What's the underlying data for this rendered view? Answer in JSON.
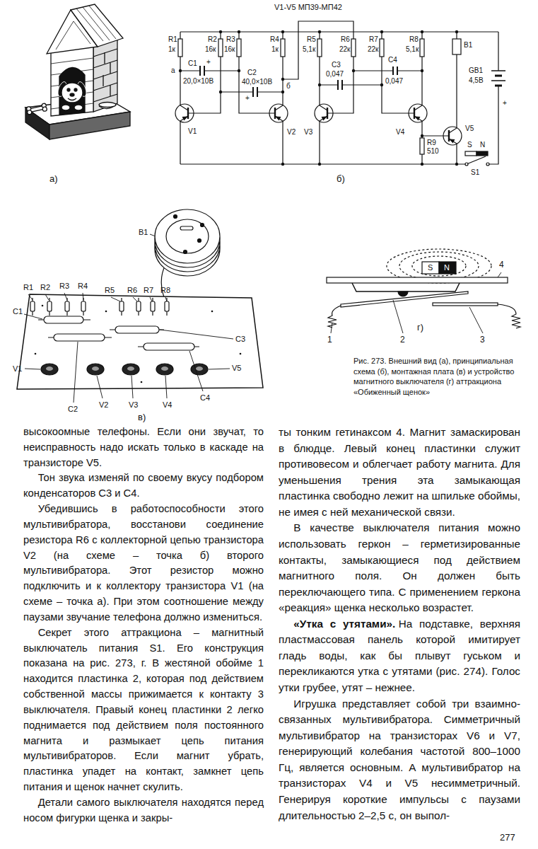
{
  "diagram": {
    "caption": "Рис. 273. Внешний вид (а), принципиальная схема (б), монтажная плата (в) и устройство магнитного выключателя (г) аттракциона «Обиженный щенок»",
    "labels": [
      "V1-V5 МП39-МП42",
      "R1",
      "1к",
      "R2",
      "16к",
      "R3",
      "16к",
      "R4",
      "1к",
      "R5",
      "5,1к",
      "R6",
      "22к",
      "R7",
      "22к",
      "R8",
      "5,1к",
      "B1",
      "GB1",
      "4,5В",
      "а",
      "C1",
      "+",
      "20,0×10В",
      "C2",
      "+",
      "40,0×10В",
      "б",
      "C3",
      "0,047",
      "C4",
      "0,047",
      "V1",
      "V2",
      "V3",
      "V4",
      "V5",
      "R9",
      "510",
      "S",
      "N",
      "+",
      "S1",
      "а)",
      "б)",
      "B1",
      "R1",
      "R2",
      "R3",
      "R4",
      "R5",
      "R6",
      "R7",
      "R8",
      "C1",
      "C3",
      "V1",
      "V5",
      "C2",
      "V2",
      "V3",
      "V4",
      "C4",
      "в)",
      "S",
      "N",
      "4",
      "1",
      "2",
      "3",
      "г)",
      "высокоомные телефоны. Если они звучат, то неисправность надо искать только в каскаде на транзисторе V5.",
      "Тон звука изменяй по своему вкусу подбором конденсаторов C3 и C4.",
      "Убедившись в работоспособности этого мультивибратора, восстанови соединение резистора R6 с коллекторной цепью транзистора V2 (на схеме – точка б) второго мультивибратора. Этот резистор можно подключить и к коллектору транзистора V1 (на схеме – точка а). При этом соотношение между паузами звучание телефона должно измениться.",
      "Секрет этого аттракциона – магнитный выключатель питания S1. Его конструкция показана на рис. 273, г. В жестяной обойме 1 находится пластинка 2, которая под действием собственной массы прижимается к контакту 3 выключателя. Правый конец пластинки 2 легко поднимается под действием поля постоянного магнита и размыкает цепь питания мультивибраторов. Если магнит убрать, пластинка упадет на контакт, замкнет цепь питания и щенок начнет скулить.",
      "Детали самого выключателя находятся перед носом фигурки щенка и закры-",
      "ты тонким гетинаксом 4. Магнит замаскирован в блюдце. Левый конец пластинки служит противовесом и облегчает работу магнита. Для уменьшения трения эта замыкающая пластинка свободно лежит на шпильке обоймы, не имея с ней механической связи.",
      "В качестве выключателя питания можно использовать геркон – герметизированные контакты, замыкающиеся под действием магнитного поля. Он должен быть переключающего типа. С применением геркона «реакция» щенка несколько возрастет.",
      "«Утка с утятами».",
      "На подставке, верхняя пластмассовая панель которой имитирует гладь воды, как бы плывут гуськом и перекликаются утка с утятами (рис. 274). Голос утки грубее, утят – нежнее.",
      "Игрушка представляет собой три взаимно-связанных мультивибратора. Симметричный мультивибратор на транзисторах V6 и V7, генерирующий колебания частотой 800–1000 Гц, является основным. А мультивибратор на транзисторах V4 и V5 несимметричный. Генерируя короткие импульсы с паузами длительностью 2–2,5 с, он выпол-",
      "277"
    ]
  }
}
